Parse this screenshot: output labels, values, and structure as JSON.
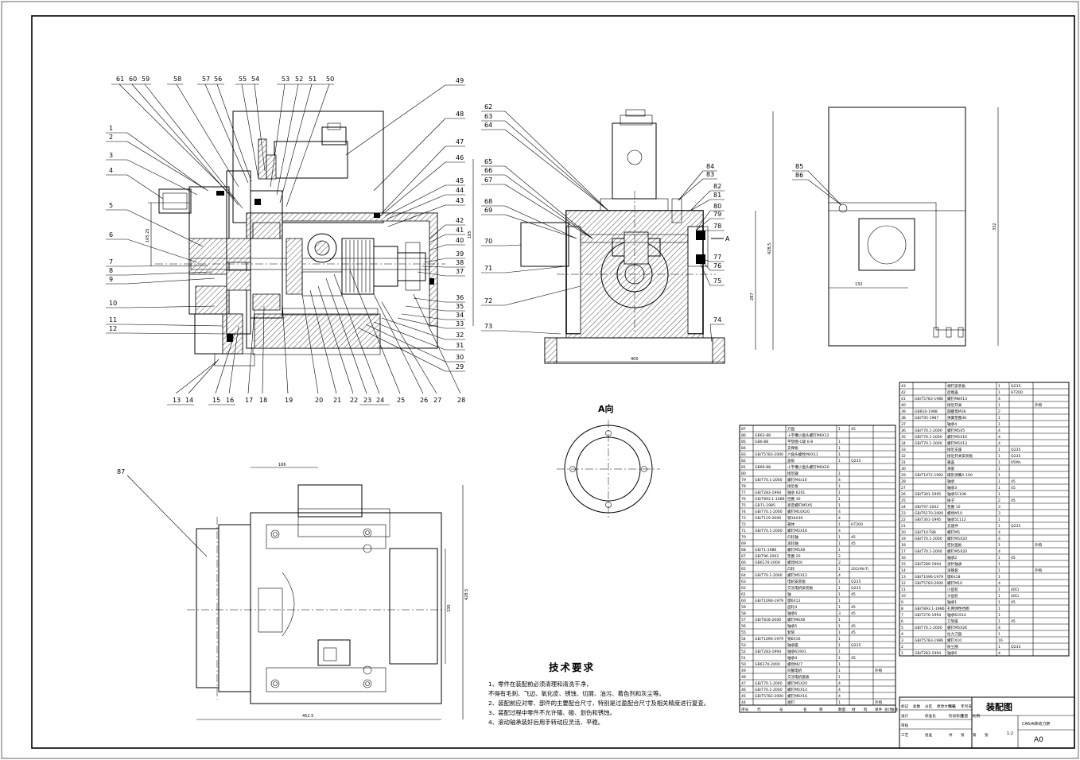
{
  "callouts": {
    "top_row": [
      "61",
      "60",
      "59",
      "58",
      "57",
      "56",
      "55",
      "54",
      "53",
      "52",
      "51",
      "50"
    ],
    "left_col": [
      "1",
      "2",
      "3",
      "4",
      "5",
      "6",
      "7",
      "8",
      "9",
      "10",
      "11",
      "12"
    ],
    "bottom_row": [
      "13",
      "14",
      "15",
      "16",
      "17",
      "18",
      "19",
      "20",
      "21",
      "22",
      "23",
      "24",
      "25",
      "26",
      "27",
      "28"
    ],
    "right_col": [
      "49",
      "48",
      "47",
      "46",
      "45",
      "44",
      "43",
      "42",
      "41",
      "40",
      "39",
      "38",
      "37",
      "36",
      "35",
      "34",
      "33",
      "32",
      "31",
      "30",
      "29"
    ],
    "side_view": [
      "62",
      "63",
      "64",
      "65",
      "66",
      "67",
      "68",
      "69",
      "70",
      "71",
      "72",
      "73",
      "84",
      "83",
      "82",
      "81",
      "80",
      "79",
      "78",
      "77",
      "76",
      "75",
      "74"
    ],
    "view_right": [
      "85",
      "86"
    ],
    "view_bottom": [
      "87"
    ]
  },
  "dimensions": {
    "front_left": "165.25",
    "front_right": "185",
    "side_bottom": "400",
    "side_right": "428.5",
    "side_right2": "287",
    "right_view_bottom": "132",
    "right_view_height": "332",
    "bottom_top": "166",
    "bottom_right1": "428.5",
    "bottom_right2": "330",
    "bottom_bottom": "452.5"
  },
  "view_label": "A向",
  "view_arrow_label": "A",
  "tech_req": {
    "title": "技术要求",
    "lines": [
      "1、零件在装配前必须清理和清洗干净，",
      "不得有毛刺、飞边、氧化皮、锈蚀、切屑、油污、着色剂和灰尘等。",
      "2、装配前应对零、部件的主要配合尺寸，特别是过盈配合尺寸及相关精度进行复查。",
      "3、装配过程中零件不允许磕、碰、划伤和锈蚀。",
      "4、滚动轴承装好后用手转动应灵活、平稳。"
    ]
  },
  "bom_left": [
    [
      "87",
      "",
      "刀盘",
      "1",
      "45",
      ""
    ],
    [
      "86",
      "GB63-88",
      "十字槽小盘头螺钉M6X12",
      "",
      "",
      ""
    ],
    [
      "85",
      "GB6-88",
      "平垫圈-C级 6-8",
      "1",
      "",
      ""
    ],
    [
      "84",
      "",
      "支撑板",
      "1",
      "",
      ""
    ],
    [
      "83",
      "GB/T5783-2000",
      "六角头螺栓M4X11",
      "1",
      "",
      ""
    ],
    [
      "82",
      "",
      "盖板",
      "1",
      "Q235",
      ""
    ],
    [
      "81",
      "GB69-88",
      "十字槽小盘头螺钉M6X20",
      "",
      "",
      ""
    ],
    [
      "80",
      "",
      "接近器",
      "1",
      "",
      ""
    ],
    [
      "79",
      "GB/T70.1-2000",
      "螺钉M4x10",
      "4",
      "",
      ""
    ],
    [
      "78",
      "",
      "接近板",
      "1",
      "",
      ""
    ],
    [
      "77",
      "GB/T283-1994",
      "轴承 6201",
      "1",
      "",
      ""
    ],
    [
      "76",
      "GB/T893.1-1986",
      "挡圈 30",
      "1",
      "",
      ""
    ],
    [
      "75",
      "GB71-1985",
      "紧定螺钉M5X5",
      "1",
      "",
      ""
    ],
    [
      "74",
      "GB/T70.1-2000",
      "螺钉M10X20",
      "4",
      "",
      ""
    ],
    [
      "73",
      "GB/T119-2000",
      "销10X30",
      "4",
      "",
      ""
    ],
    [
      "72",
      "",
      "箱体",
      "1",
      "HT200",
      ""
    ],
    [
      "71",
      "GB/T70.1-2000",
      "螺钉M5X16",
      "4",
      "",
      ""
    ],
    [
      "70",
      "",
      "凸轮轴",
      "1",
      "45",
      ""
    ],
    [
      "69",
      "",
      "滚轮轴",
      "1",
      "45",
      ""
    ],
    [
      "68",
      "GB/T1-1986",
      "螺钉M5X8",
      "1",
      "",
      ""
    ],
    [
      "67",
      "GB/T96-2002",
      "垫圈 20",
      "2",
      "",
      ""
    ],
    [
      "66",
      "GB6170-2000",
      "螺母M20",
      "2",
      "",
      ""
    ],
    [
      "65",
      "",
      "凸轮",
      "1",
      "20CrMnTi",
      ""
    ],
    [
      "64",
      "GB/T70.1-2000",
      "螺钉M5X12",
      "4",
      "",
      ""
    ],
    [
      "63",
      "",
      "电机安装板",
      "1",
      "Q235",
      ""
    ],
    [
      "62",
      "",
      "交流电机安装板",
      "1",
      "Q235",
      ""
    ],
    [
      "61",
      "",
      "轴",
      "1",
      "45",
      ""
    ],
    [
      "60",
      "GB/T1096-1979",
      "键6X12",
      "1",
      "",
      ""
    ],
    [
      "59",
      "",
      "齿轮4",
      "1",
      "45",
      ""
    ],
    [
      "58",
      "",
      "轴承6",
      "3",
      "45",
      ""
    ],
    [
      "57",
      "GB/T818-2000",
      "螺钉M6X8",
      "1",
      "",
      ""
    ],
    [
      "56",
      "",
      "轴承5",
      "1",
      "45",
      ""
    ],
    [
      "55",
      "",
      "套筒",
      "1",
      "45",
      ""
    ],
    [
      "54",
      "GB/T1096-1979",
      "销6X16",
      "1",
      "",
      ""
    ],
    [
      "53",
      "",
      "轴承座",
      "1",
      "Q235",
      ""
    ],
    [
      "52",
      "GB/T283-1994",
      "轴承61901",
      "1",
      "",
      ""
    ],
    [
      "51",
      "",
      "轴承4",
      "1",
      "45",
      ""
    ],
    [
      "50",
      "GB6170-2000",
      "螺母M27",
      "1",
      "",
      ""
    ],
    [
      "49",
      "",
      "伺服电机",
      "1",
      "",
      "外购"
    ],
    [
      "48",
      "",
      "交流电机座板",
      "1",
      "",
      ""
    ],
    [
      "47",
      "GB/T70.1-2000",
      "螺钉M5X20",
      "4",
      "",
      ""
    ],
    [
      "46",
      "GB/T70.1-2000",
      "螺钉M5X14",
      "4",
      "",
      ""
    ],
    [
      "45",
      "GB/T5782-2000",
      "螺钉M6X16",
      "4",
      "",
      ""
    ],
    [
      "44",
      "",
      "端钉",
      "1",
      "",
      "外购"
    ]
  ],
  "bom_right": [
    [
      "43",
      "",
      "端钉安装板",
      "1",
      "Q235",
      ""
    ],
    [
      "42",
      "",
      "后端盖",
      "1",
      "HT200",
      ""
    ],
    [
      "41",
      "GB/T5783-1986",
      "螺钉M8X13",
      "4",
      "",
      ""
    ],
    [
      "40",
      "",
      "接近开关",
      "1",
      "",
      "外购"
    ],
    [
      "39",
      "GB810-1988",
      "圆螺母M36",
      "2",
      "",
      ""
    ],
    [
      "38",
      "GB/T95-1987",
      "弹簧垫圈36",
      "1",
      "",
      ""
    ],
    [
      "37",
      "",
      "轴承4",
      "1",
      "",
      ""
    ],
    [
      "36",
      "GB/T70.1-2000",
      "螺钉M5X5",
      "4",
      "",
      ""
    ],
    [
      "35",
      "GB/T70.1-2000",
      "螺钉M5X10",
      "4",
      "",
      ""
    ],
    [
      "34",
      "GB/T70.1-2000",
      "螺钉M5X13",
      "4",
      "",
      ""
    ],
    [
      "33",
      "",
      "接近支座",
      "1",
      "Q235",
      ""
    ],
    [
      "32",
      "",
      "接近开关安装板",
      "1",
      "Q235",
      ""
    ],
    [
      "31",
      "",
      "箱盖",
      "1",
      "65Mn",
      ""
    ],
    [
      "30",
      "",
      "滑套",
      "1",
      "",
      ""
    ],
    [
      "29",
      "GB/T1972-1992",
      "碟形弹簧A 100",
      "1",
      "",
      ""
    ],
    [
      "28",
      "",
      "轴承",
      "1",
      "45",
      ""
    ],
    [
      "27",
      "",
      "轴承3",
      "1",
      "45",
      ""
    ],
    [
      "26",
      "GB/T301-1995",
      "轴承51108",
      "1",
      "",
      ""
    ],
    [
      "25",
      "",
      "拨子",
      "2",
      "45",
      ""
    ],
    [
      "24",
      "GB/T97-2002",
      "垫圈 10",
      "3",
      "",
      ""
    ],
    [
      "23",
      "GB/T6170-2000",
      "螺母M10",
      "3",
      "",
      ""
    ],
    [
      "22",
      "GB/T301-1995",
      "轴承51112",
      "1",
      "",
      ""
    ],
    [
      "21",
      "",
      "支座件",
      "1",
      "Q235",
      ""
    ],
    [
      "20",
      "GB/T10-T88",
      "螺钉M5",
      "4",
      "",
      ""
    ],
    [
      "19",
      "GB/T70.1-2000",
      "螺钉M5X20",
      "4",
      "",
      ""
    ],
    [
      "18",
      "",
      "密封盖板",
      "1",
      "",
      "外购"
    ],
    [
      "17",
      "GB/T70.1-2000",
      "螺钉M5X20",
      "4",
      "",
      ""
    ],
    [
      "16",
      "",
      "轴承2",
      "1",
      "45",
      ""
    ],
    [
      "15",
      "GB/T289-1994",
      "滚针轴承",
      "1",
      "",
      ""
    ],
    [
      "14",
      "",
      "滚锥套",
      "1",
      "",
      "外购"
    ],
    [
      "13",
      "GB/T1096-1979",
      "键6X18",
      "1",
      "",
      ""
    ],
    [
      "12",
      "GB/T5783-2000",
      "螺钉M10",
      "4",
      "",
      ""
    ],
    [
      "11",
      "",
      "小齿轮",
      "1",
      "40Cr",
      ""
    ],
    [
      "10",
      "",
      "大齿轮",
      "1",
      "40Cr",
      ""
    ],
    [
      "9",
      "",
      "轴承1",
      "1",
      "45",
      ""
    ],
    [
      "8",
      "GB/T893.1-1986",
      "孔用弹性挡圈",
      "1",
      "",
      ""
    ],
    [
      "7",
      "GB/T276-1994",
      "轴承61914",
      "1",
      "",
      ""
    ],
    [
      "6",
      "",
      "刀架座",
      "1",
      "45",
      ""
    ],
    [
      "5",
      "GB/T70.1-2000",
      "螺钉M5X26",
      "4",
      "",
      ""
    ],
    [
      "4",
      "",
      "拉力刀盘",
      "1",
      "",
      ""
    ],
    [
      "3",
      "GB/T5783-1986",
      "螺钉X10",
      "16",
      "",
      ""
    ],
    [
      "2",
      "",
      "防尘圈",
      "1",
      "Q235",
      ""
    ],
    [
      "1",
      "GB/T283-1994",
      "轴承6",
      "4",
      "",
      ""
    ]
  ],
  "bom_header": [
    "序号",
    "代",
    "号",
    "名",
    "称",
    "数量",
    "材",
    "料",
    "单件",
    "总计",
    "备注"
  ],
  "title_block": {
    "name": "装配图",
    "drawing_no": "CA6/A转动刀架",
    "size": "A0",
    "scale": "1:2",
    "row1": [
      "标记",
      "处数",
      "分区",
      "更改文件号",
      "签名",
      "年月日"
    ],
    "row2": [
      "设计",
      "",
      "标准化",
      "",
      "阶段标记",
      "重量",
      "比例"
    ],
    "row3": [
      "审核",
      "",
      "",
      "",
      "",
      ""
    ],
    "row4": [
      "工艺",
      "",
      "批准",
      "",
      "共",
      "张",
      "第",
      "张"
    ]
  }
}
